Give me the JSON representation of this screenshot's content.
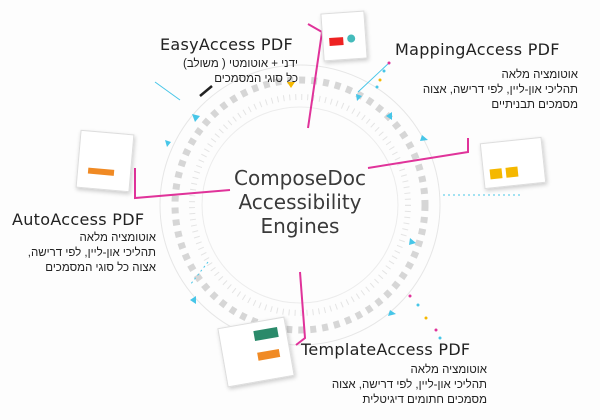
{
  "center": {
    "line1": "ComposeDoc",
    "line2": "Accessibility",
    "line3": "Engines"
  },
  "engines": [
    {
      "title": "EasyAccess PDF",
      "lines": [
        "ידני + אוטומטי ( משולב)",
        "כל סוגי המסמכים"
      ]
    },
    {
      "title": "MappingAccess PDF",
      "lines": [
        "אוטומציה מלאה",
        "תהליכי און-ליין, לפי דרישה, אצוה",
        "מסמכים תבניתיים"
      ]
    },
    {
      "title": "AutoAccess PDF",
      "lines": [
        "אוטומציה מלאה",
        "תהליכי און-ליין, לפי דרישה,",
        "אצוה כל סוגי המסמכים"
      ]
    },
    {
      "title": "TemplateAccess PDF",
      "lines": [
        "אוטומציה מלאה",
        "תהליכי און-ליין, לפי דרישה, אצוה",
        "מסמכים חתומים דיגיטלית"
      ]
    }
  ],
  "colors": {
    "accent": "#e0339a",
    "cyan": "#47c6e8",
    "yellow": "#f5b800",
    "ring": "#d0d0d0"
  }
}
